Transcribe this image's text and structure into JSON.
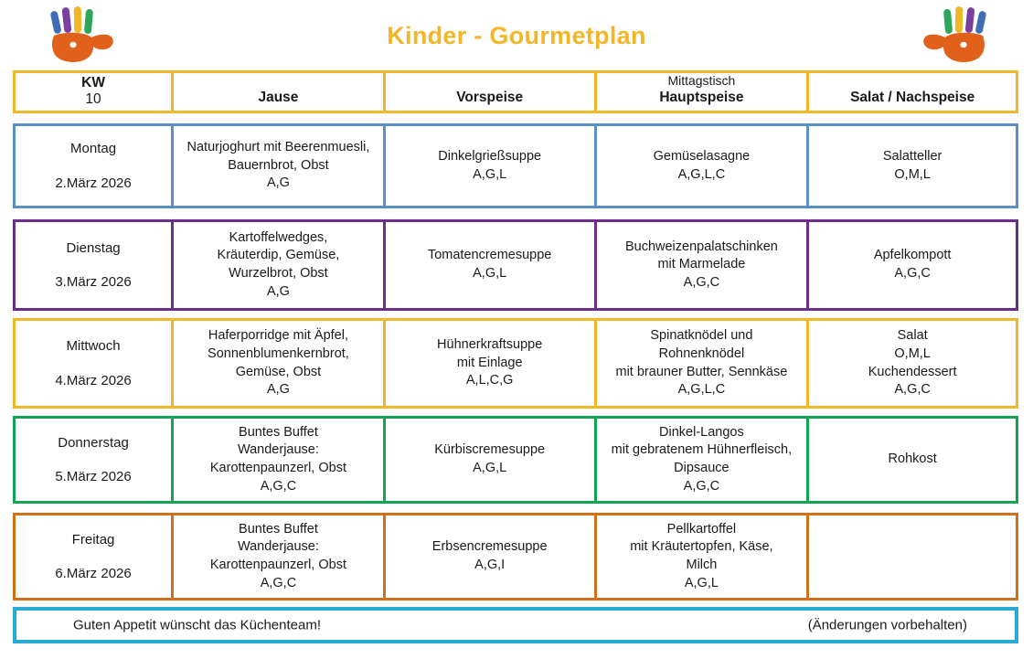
{
  "page": {
    "title": "Kinder - Gourmetplan",
    "title_color": "#F1B728",
    "logo_left": "hand-logo",
    "logo_right": "hand-logo"
  },
  "header": {
    "border_color": "#F1B728",
    "kw_label": "KW",
    "kw_number": "10",
    "jause": "Jause",
    "mittagstisch": "Mittagstisch",
    "vorspeise": "Vorspeise",
    "hauptspeise": "Hauptspeise",
    "salat_nachspeise": "Salat / Nachspeise"
  },
  "days": [
    {
      "name": "Montag",
      "date": "2.März 2026",
      "color": "#5B8FC9",
      "jause": "Naturjoghurt mit Beerenmuesli,\nBauernbrot, Obst",
      "jause_allergens": "A,G",
      "vorspeise": "Dinkelgrießsuppe",
      "vorspeise_allergens": "A,G,L",
      "hauptspeise": "Gemüselasagne",
      "hauptspeise_allergens": "A,G,L,C",
      "nachspeise": "Salatteller",
      "nachspeise_allergens": "O,M,L"
    },
    {
      "name": "Dienstag",
      "date": "3.März 2026",
      "color": "#6B2D8C",
      "jause": "Kartoffelwedges,\nKräuterdip, Gemüse,\nWurzelbrot, Obst",
      "jause_allergens": "A,G",
      "vorspeise": "Tomatencremesuppe",
      "vorspeise_allergens": "A,G,L",
      "hauptspeise": "Buchweizenpalatschinken\nmit Marmelade",
      "hauptspeise_allergens": "A,G,C",
      "nachspeise": "Apfelkompott",
      "nachspeise_allergens": "A,G,C"
    },
    {
      "name": "Mittwoch",
      "date": "4.März 2026",
      "color": "#F1B728",
      "jause": "Haferporridge mit Äpfel,\nSonnenblumenkernbrot,\nGemüse, Obst",
      "jause_allergens": "A,G",
      "vorspeise": "Hühnerkraftsuppe\nmit Einlage",
      "vorspeise_allergens": "A,L,C,G",
      "hauptspeise": "Spinatknödel und\nRohnenknödel\nmit brauner Butter, Sennkäse",
      "hauptspeise_allergens": "A,G,L,C",
      "nachspeise": "Salat\nO,M,L\nKuchendessert",
      "nachspeise_allergens": "A,G,C"
    },
    {
      "name": "Donnerstag",
      "date": "5.März 2026",
      "color": "#12A551",
      "jause": "Buntes Buffet\nWanderjause:\nKarottenpaunzerl, Obst",
      "jause_allergens": "A,G,C",
      "vorspeise": "Kürbiscremesuppe",
      "vorspeise_allergens": "A,G,L",
      "hauptspeise": "Dinkel-Langos\nmit gebratenem Hühnerfleisch,\nDipsauce",
      "hauptspeise_allergens": "A,G,C",
      "nachspeise": "Rohkost",
      "nachspeise_allergens": ""
    },
    {
      "name": "Freitag",
      "date": "6.März 2026",
      "color": "#D2701C",
      "jause": "Buntes Buffet\nWanderjause:\nKarottenpaunzerl, Obst",
      "jause_allergens": "A,G,C",
      "vorspeise": "Erbsencremesuppe",
      "vorspeise_allergens": "A,G,I",
      "hauptspeise": "Pellkartoffel\nmit Kräutertopfen, Käse,\nMilch",
      "hauptspeise_allergens": "A,G,L",
      "nachspeise": "",
      "nachspeise_allergens": ""
    }
  ],
  "footer": {
    "border_color": "#29ABD6",
    "left_text": "Guten Appetit wünscht das Küchenteam!",
    "right_text": "(Änderungen vorbehalten)"
  }
}
